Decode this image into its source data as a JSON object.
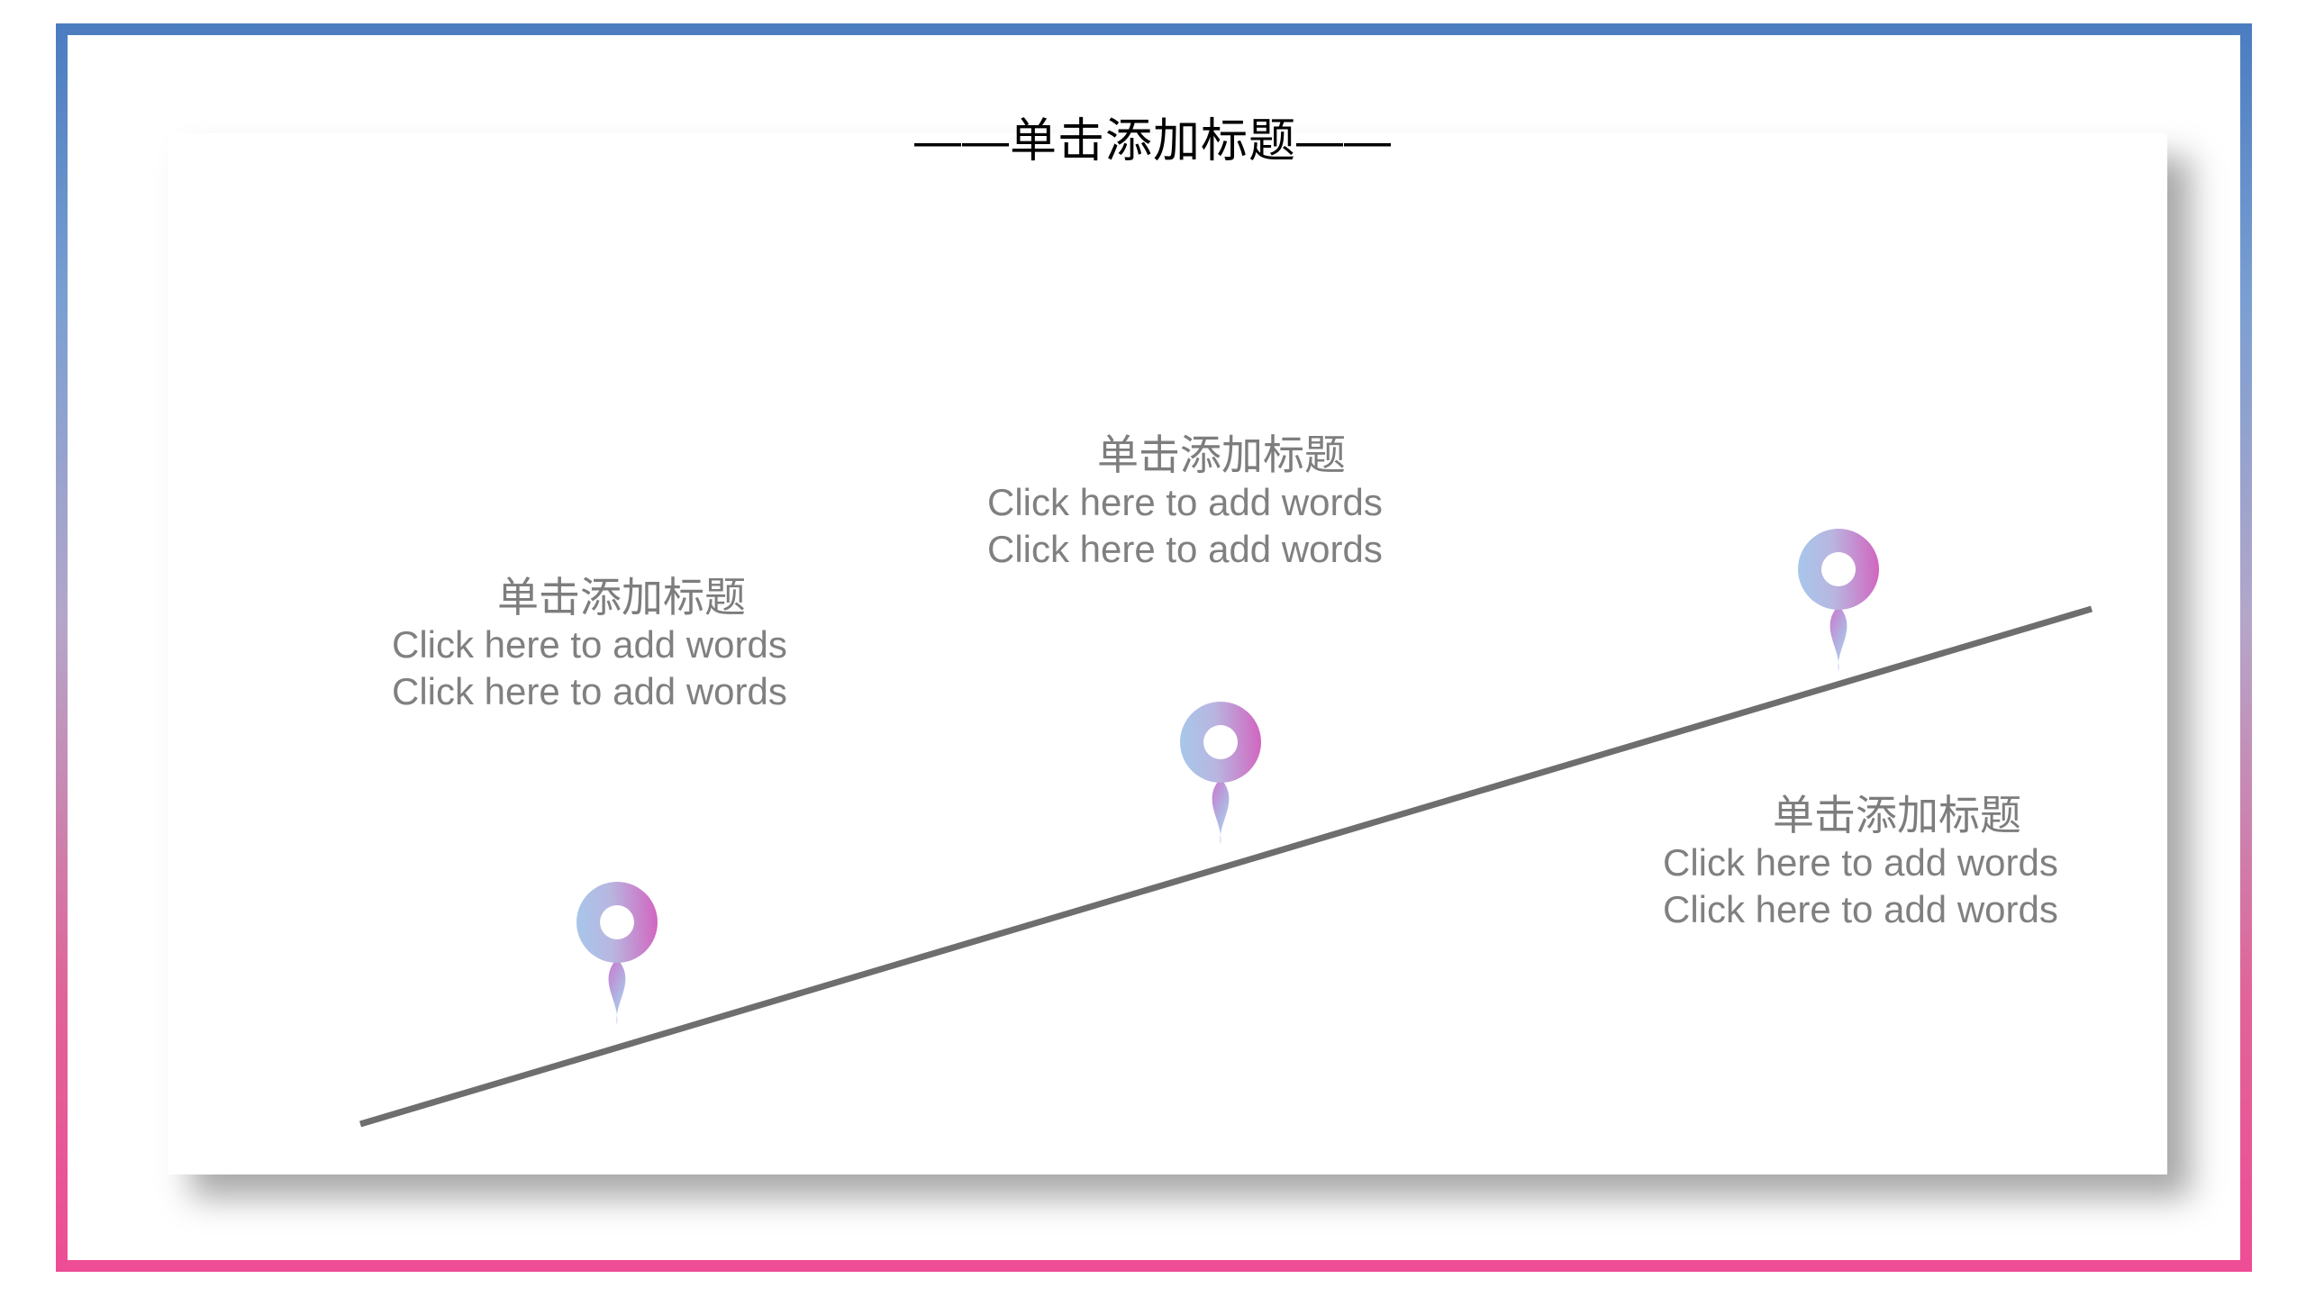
{
  "slide": {
    "title": "——单击添加标题——",
    "background_color": "#ffffff",
    "frame": {
      "gradient_start_color": "#4a7cc0",
      "gradient_end_color": "#ee4d95"
    },
    "card": {
      "background_color": "#ffffff"
    }
  },
  "trend_line": {
    "color": "#6e6e6e",
    "start": "400,1248",
    "end": "2322,676"
  },
  "markers": [
    {
      "name": "map-pin-1",
      "gradient_start_color": "#a8c6ea",
      "gradient_end_color": "#d264bf"
    },
    {
      "name": "map-pin-2",
      "gradient_start_color": "#a8c6ea",
      "gradient_end_color": "#d264bf"
    },
    {
      "name": "map-pin-3",
      "gradient_start_color": "#a8c6ea",
      "gradient_end_color": "#d264bf"
    }
  ],
  "text_blocks": [
    {
      "heading": "单击添加标题",
      "line1": "Click here to add words",
      "line2": "Click here to add words"
    },
    {
      "heading": "单击添加标题",
      "line1": "Click here to add words",
      "line2": "Click here to add words"
    },
    {
      "heading": "单击添加标题",
      "line1": "Click here to add words",
      "line2": "Click here to add words"
    }
  ]
}
